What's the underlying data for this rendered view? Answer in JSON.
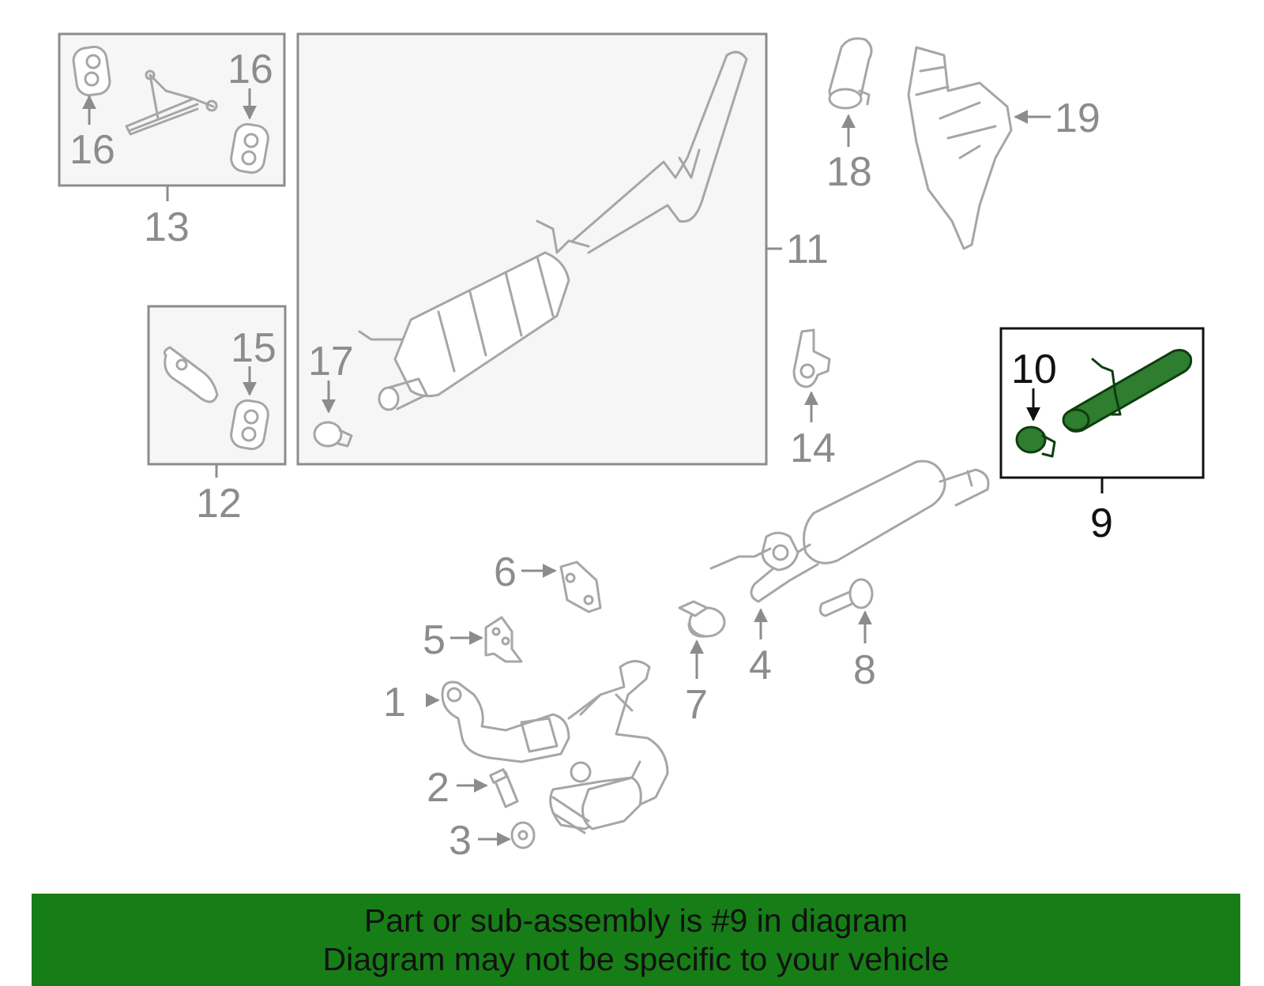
{
  "diagram": {
    "callouts": {
      "c1": "1",
      "c2": "2",
      "c3": "3",
      "c4": "4",
      "c5": "5",
      "c6": "6",
      "c7": "7",
      "c8": "8",
      "c9": "9",
      "c10": "10",
      "c11": "11",
      "c12": "12",
      "c13": "13",
      "c14": "14",
      "c15": "15",
      "c16a": "16",
      "c16b": "16",
      "c17": "17",
      "c18": "18",
      "c19": "19"
    },
    "highlight_color": "#2f7d2f"
  },
  "banner": {
    "line1": "Part or sub-assembly is #9 in diagram",
    "line2": "Diagram may not be specific to your vehicle",
    "background": "#177d17"
  }
}
